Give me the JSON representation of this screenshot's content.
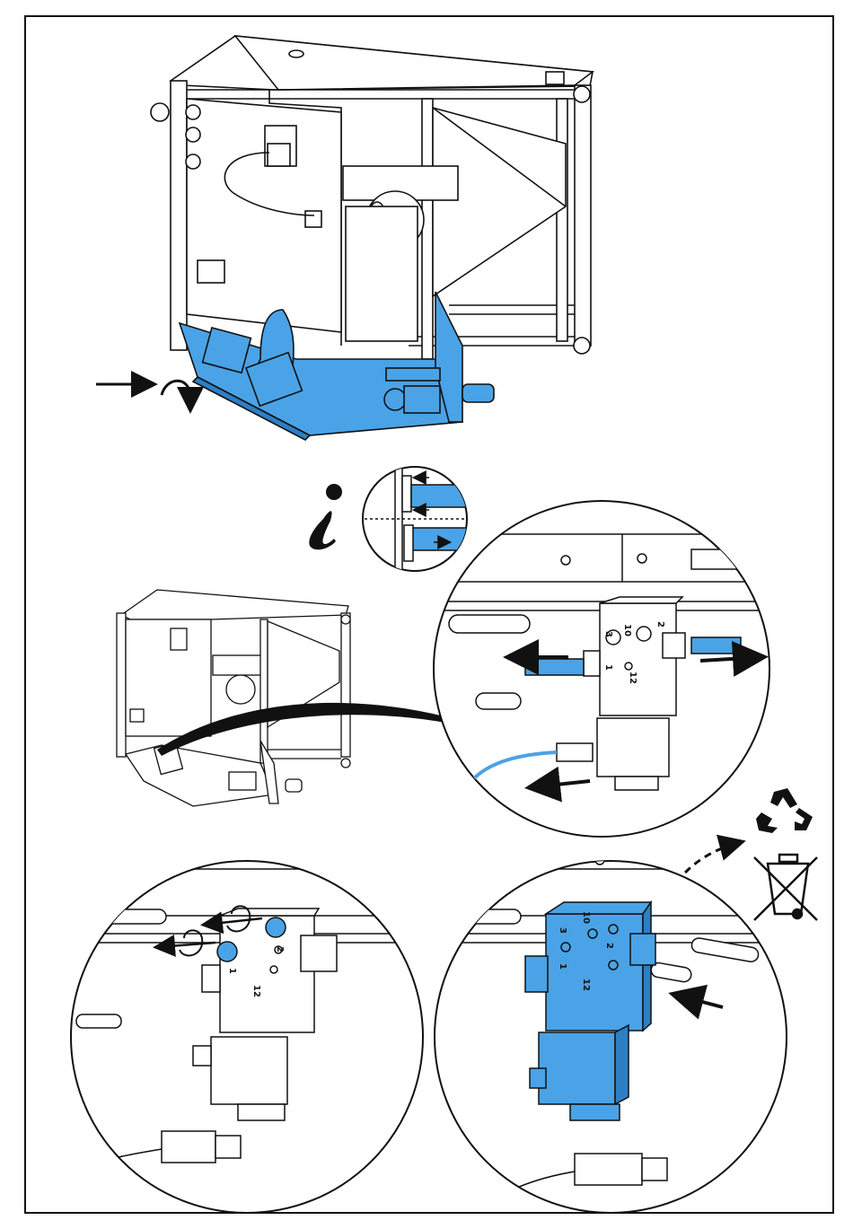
{
  "colors": {
    "accent_blue": "#4aa3e6",
    "accent_blue_dark": "#1f6fb0",
    "line": "#111111",
    "frame_bg": "#ffffff"
  },
  "icons": {
    "info": "info-icon",
    "recycle": "recycle-icon",
    "weee": "crossed-out-bin-icon"
  },
  "labels": {
    "detail1_port10": "10",
    "detail1_port2": "2",
    "detail1_port3": "3",
    "detail1_port1": "1",
    "detail1_port12": "12",
    "detail2_port2": "2",
    "detail2_port1": "1",
    "detail2_port12": "12",
    "detail3_port10": "10",
    "detail3_port3": "3",
    "detail3_port2": "2",
    "detail3_port1": "1",
    "detail3_port12": "12"
  }
}
